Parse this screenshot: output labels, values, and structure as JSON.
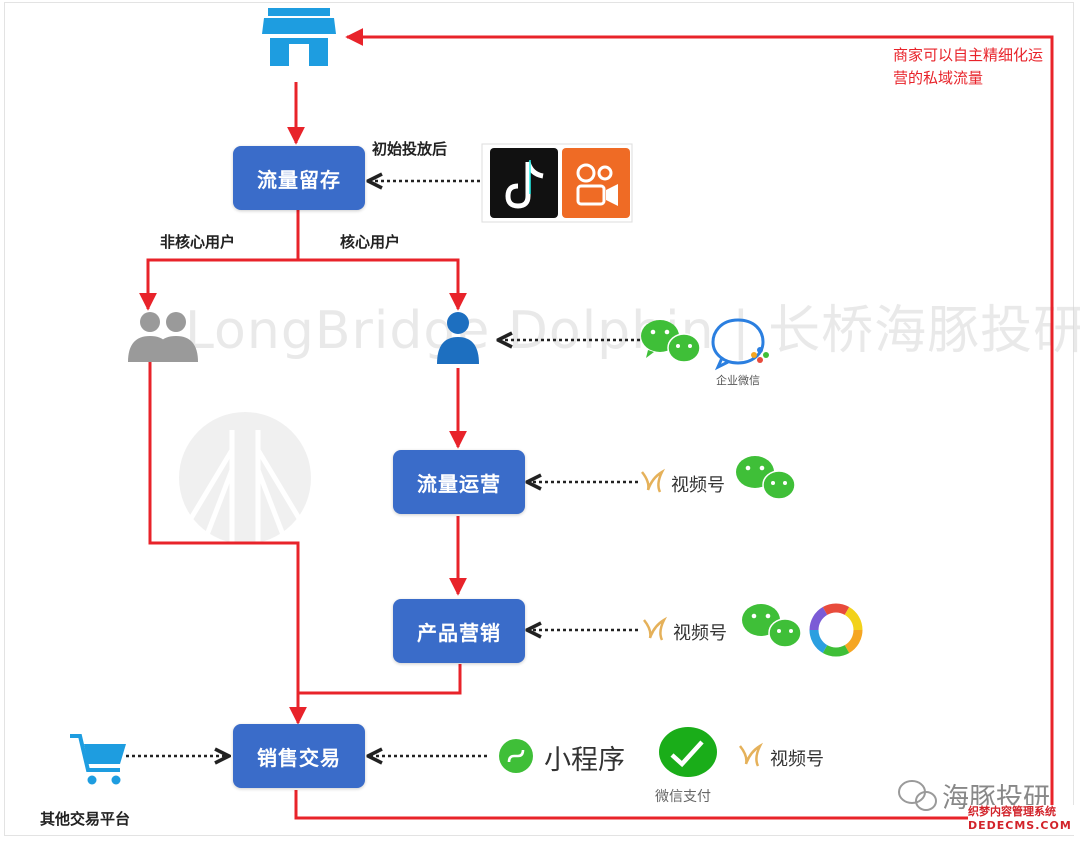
{
  "nodes": {
    "traffic_retention": "流量留存",
    "traffic_operation": "流量运营",
    "product_marketing": "产品营销",
    "sales_transaction": "销售交易"
  },
  "labels": {
    "initial_launch": "初始投放后",
    "non_core_users": "非核心用户",
    "core_users": "核心用户",
    "other_platforms": "其他交易平台",
    "private_traffic_note": "商家可以自主精细化运营的私域流量"
  },
  "icons": {
    "enterprise_wechat": "企业微信",
    "channels": "视频号",
    "mini_program": "小程序",
    "wechat_pay": "微信支付"
  },
  "watermark": {
    "text": "LongBridge Dolphin | 长桥海豚投研"
  },
  "corner": {
    "brand": "海豚投研",
    "site_name": "织梦内容管理系统",
    "site_url": "DEDECMS.COM"
  },
  "colors": {
    "node": "#3a6cc9",
    "arrow": "#e8232a",
    "text_red": "#e8232a"
  }
}
